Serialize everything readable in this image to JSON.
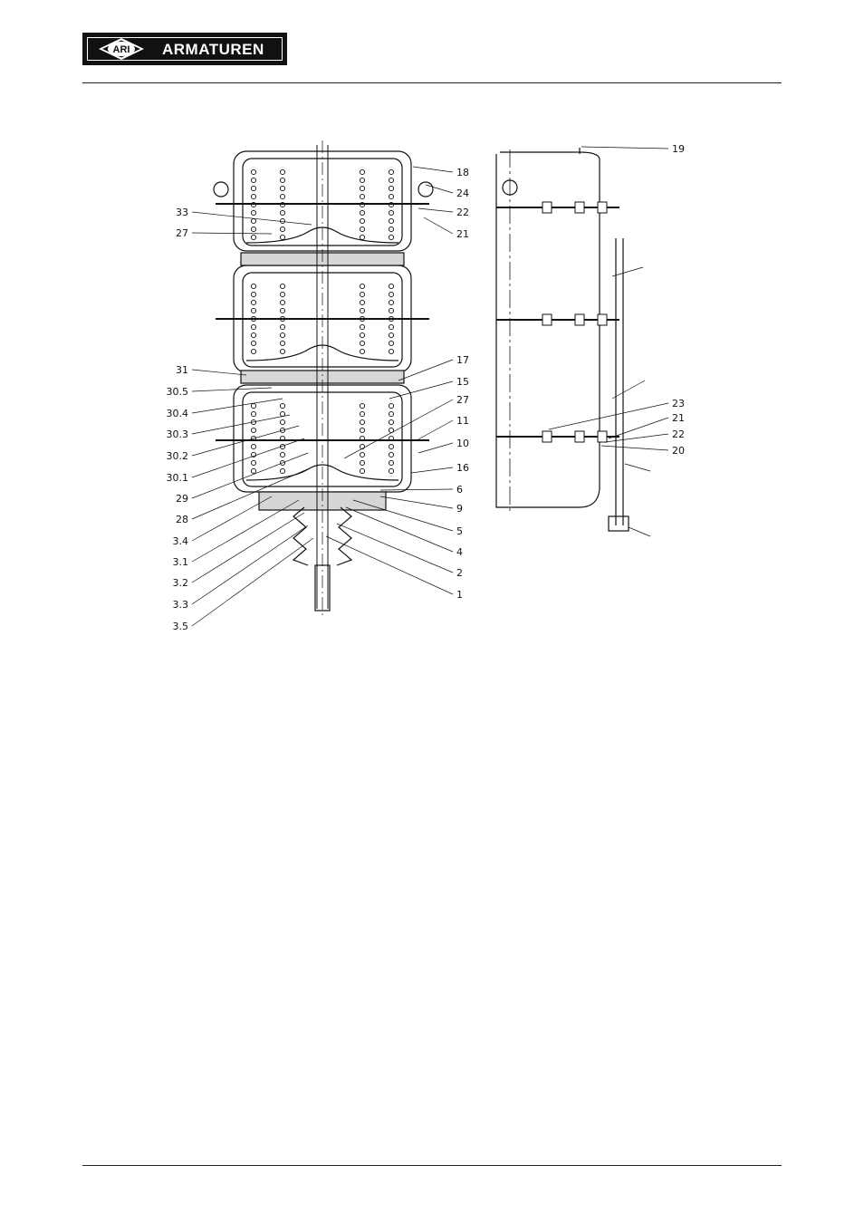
{
  "header": {
    "logo_emblem_text": "ARI",
    "logo_text": "ARMATUREN"
  },
  "drawing": {
    "left_callouts": [
      "33",
      "27",
      "31",
      "30.5",
      "30.4",
      "30.3",
      "30.2",
      "30.1",
      "29",
      "28",
      "3.4",
      "3.1",
      "3.2",
      "3.3",
      "3.5"
    ],
    "right_callouts": [
      "18",
      "24",
      "22",
      "21",
      "17",
      "15",
      "27",
      "11",
      "10",
      "16",
      "6",
      "9",
      "5",
      "4",
      "2",
      "1"
    ],
    "side_view_callouts": [
      "19",
      "23",
      "21",
      "22",
      "20"
    ]
  }
}
